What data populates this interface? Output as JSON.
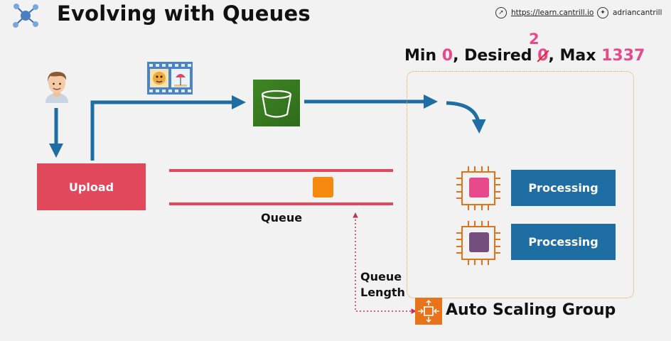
{
  "header": {
    "title": "Evolving with Queues",
    "website": "https://learn.cantrill.io",
    "twitter": "adriancantrill"
  },
  "diagram": {
    "upload_label": "Upload",
    "queue_label": "Queue",
    "queue_length_label_line1": "Queue",
    "queue_length_label_line2": "Length",
    "processing_labels": [
      "Processing",
      "Processing"
    ],
    "asg_label": "Auto Scaling Group",
    "asg_settings": {
      "min_label": "Min",
      "min_value": "0",
      "desired_label": "Desired",
      "desired_old_value": "0",
      "desired_new_value": "2",
      "max_label": "Max",
      "max_value": "1337"
    },
    "colors": {
      "upload": "#e2485c",
      "queue_line": "#e2485c",
      "arrow": "#1f6ea3",
      "processing": "#1f6ea3",
      "queue_message": "#f5880f",
      "instance_1_chip": "#e8498a",
      "instance_2_chip": "#744e7c",
      "asg_border": "#e3a24d",
      "highlight": "#e8498a",
      "queue_length_link": "#c4305a"
    }
  }
}
